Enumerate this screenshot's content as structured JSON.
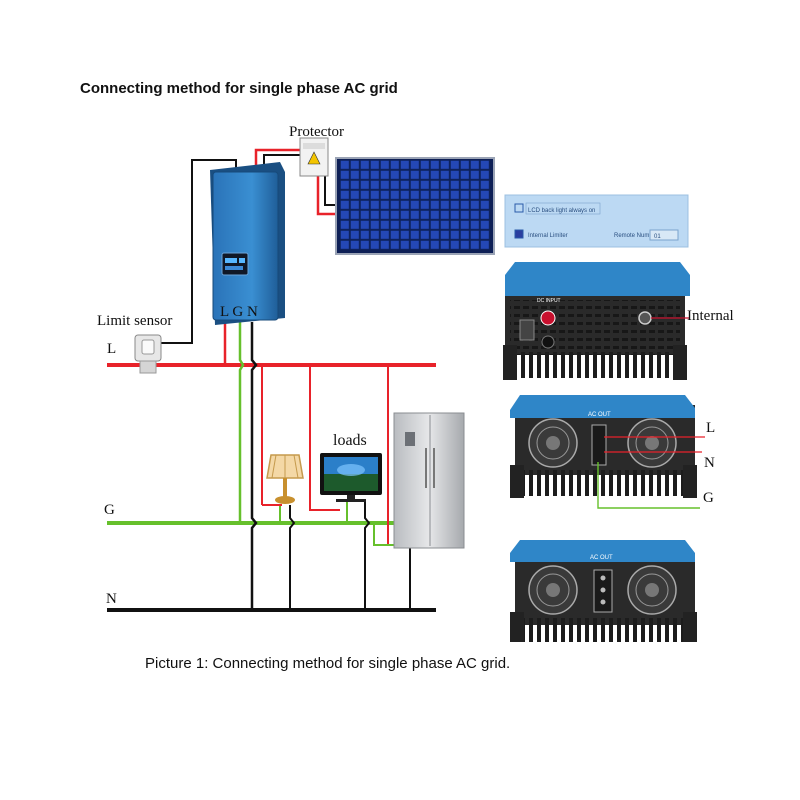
{
  "heading": "Connecting method for single phase AC grid",
  "caption": "Picture 1:  Connecting method for single phase AC grid.",
  "labels": {
    "protector": "Protector",
    "limit_sensor": "Limit sensor",
    "inverter_terminals": "L G N",
    "loads": "loads",
    "internal": "Internal",
    "line_l": "L",
    "line_g": "G",
    "line_n": "N",
    "ac_out_l": "L",
    "ac_out_n": "N",
    "ac_out_g": "G",
    "dc_input": "DC INPUT",
    "ac_out_1": "AC OUT",
    "ac_out_2": "AC OUT"
  },
  "settings_panel": {
    "lcd_backlight": "LCD back light always on",
    "internal_limiter": "Internal Limiter",
    "remote_num_label": "Remote Num",
    "remote_num_value": "01"
  },
  "colors": {
    "l_wire": "#e8222a",
    "g_wire": "#66c02c",
    "n_wire": "#111111",
    "inverter_body": "#2f7fc4",
    "solar_panel": "#1b3f9e"
  }
}
